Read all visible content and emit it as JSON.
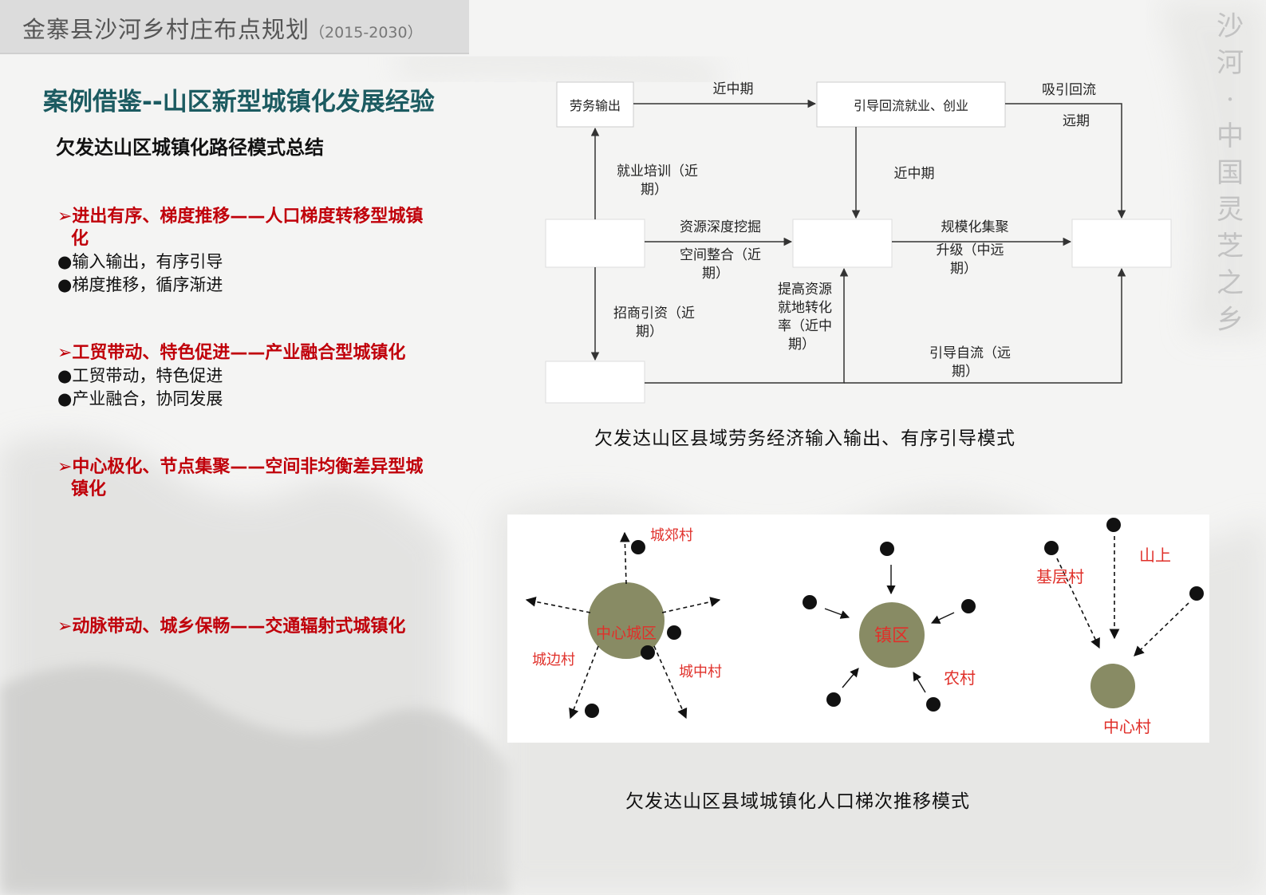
{
  "header": {
    "title": "金寨县沙河乡村庄布点规划",
    "years": "（2015-2030）"
  },
  "vertical_text": [
    "沙",
    "河",
    "·",
    "中",
    "国",
    "灵",
    "芝",
    "之",
    "乡"
  ],
  "main_title": "案例借鉴--山区新型城镇化发展经验",
  "sub_title": "欠发达山区城镇化路径模式总结",
  "sections": [
    {
      "heading": "➢进出有序、梯度推移——人口梯度转移型城镇化",
      "bullets": [
        "●输入输出，有序引导",
        "●梯度推移，循序渐进"
      ]
    },
    {
      "heading": "➢工贸带动、特色促进——产业融合型城镇化",
      "bullets": [
        "●工贸带动，特色促进",
        "●产业融合，协同发展"
      ]
    },
    {
      "heading": "➢中心极化、节点集聚——空间非均衡差异型城镇化",
      "bullets": []
    },
    {
      "heading": "➢动脉带动、城乡保畅——交通辐射式城镇化",
      "bullets": []
    }
  ],
  "flow": {
    "box_labor": "劳务输出",
    "box_return": "引导回流就业、创业",
    "edges": {
      "near_mid_1": "近中期",
      "attract_return": "吸引回流",
      "long_term": "远期",
      "training_1": "就业培训（近",
      "training_2": "期）",
      "near_mid_2": "近中期",
      "resource_mining": "资源深度挖掘",
      "space_1": "空间整合（近",
      "space_2": "期）",
      "scale_gather": "规模化集聚",
      "upgrade_1": "升级（中远",
      "upgrade_2": "期）",
      "invest_1": "招商引资（近",
      "invest_2": "期）",
      "improve_1": "提高资源",
      "improve_2": "就地转化",
      "improve_3": "率（近中",
      "improve_4": "期）",
      "guide_1": "引导自流（远",
      "guide_2": "期）"
    },
    "caption": "欠发达山区县域劳务经济输入输出、有序引导模式"
  },
  "radial": {
    "center_city": "中心城区",
    "suburb_village": "城郊村",
    "edge_village": "城边村",
    "in_city_village": "城中村",
    "town": "镇区",
    "rural": "农村",
    "upper": "山上",
    "base_village": "基层村",
    "center_village": "中心村",
    "caption": "欠发达山区县域城镇化人口梯次推移模式"
  },
  "colors": {
    "title_teal": "#1c5b61",
    "accent_red": "#c0000a",
    "circle_olive": "#888b64",
    "label_red": "#e0302a"
  }
}
